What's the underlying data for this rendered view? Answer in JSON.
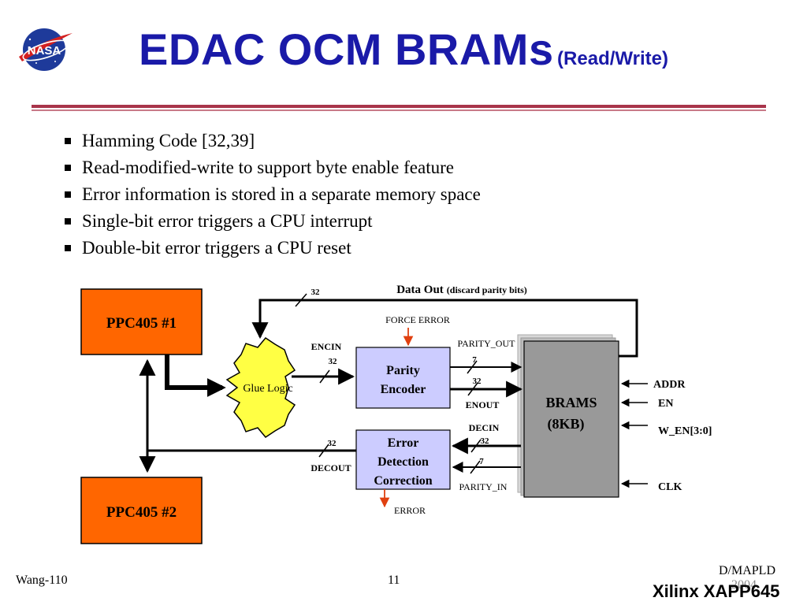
{
  "slide": {
    "title": "EDAC OCM BRAMs",
    "subtitle": "(Read/Write)",
    "bullets": [
      "Hamming Code [32,39]",
      "Read-modified-write to support byte enable feature",
      "Error information is stored in a separate memory space",
      "Single-bit error triggers a CPU interrupt",
      "Double-bit error triggers a CPU reset"
    ],
    "logo_text": "NASA"
  },
  "diagram": {
    "ppc1": "PPC405 #1",
    "ppc2": "PPC405 #2",
    "glue": "Glue Logic",
    "parity_encoder_1": "Parity",
    "parity_encoder_2": "Encoder",
    "edc_1": "Error",
    "edc_2": "Detection",
    "edc_3": "Correction",
    "brams_1": "BRAMS",
    "brams_2": "(8KB)",
    "data_out": "Data Out",
    "data_out_note": "(discard parity bits)",
    "force_error": "FORCE ERROR",
    "error": "ERROR",
    "encin": "ENCIN",
    "enout": "ENOUT",
    "decin": "DECIN",
    "decout": "DECOUT",
    "parity_out": "PARITY_OUT",
    "parity_in": "PARITY_IN",
    "addr": "ADDR",
    "en": "EN",
    "w_en": "W_EN[3:0]",
    "clk": "CLK",
    "w32_top": "32",
    "w32_encin": "32",
    "w7_parity_out": "7",
    "w32_enout": "32",
    "w32_decin": "32",
    "w7_parity_in": "7",
    "w32_decout": "32",
    "colors": {
      "ppc": "#ff6600",
      "glue": "#ffff44",
      "block": "#ccccff",
      "brams": "#999999",
      "red_arrow": "#e04010",
      "title": "#1a1aa8"
    }
  },
  "footer": {
    "left": "Wang-110",
    "page": "11",
    "right_top": "D/MAPLD",
    "right_under": "2004",
    "brand": "Xilinx XAPP645"
  }
}
